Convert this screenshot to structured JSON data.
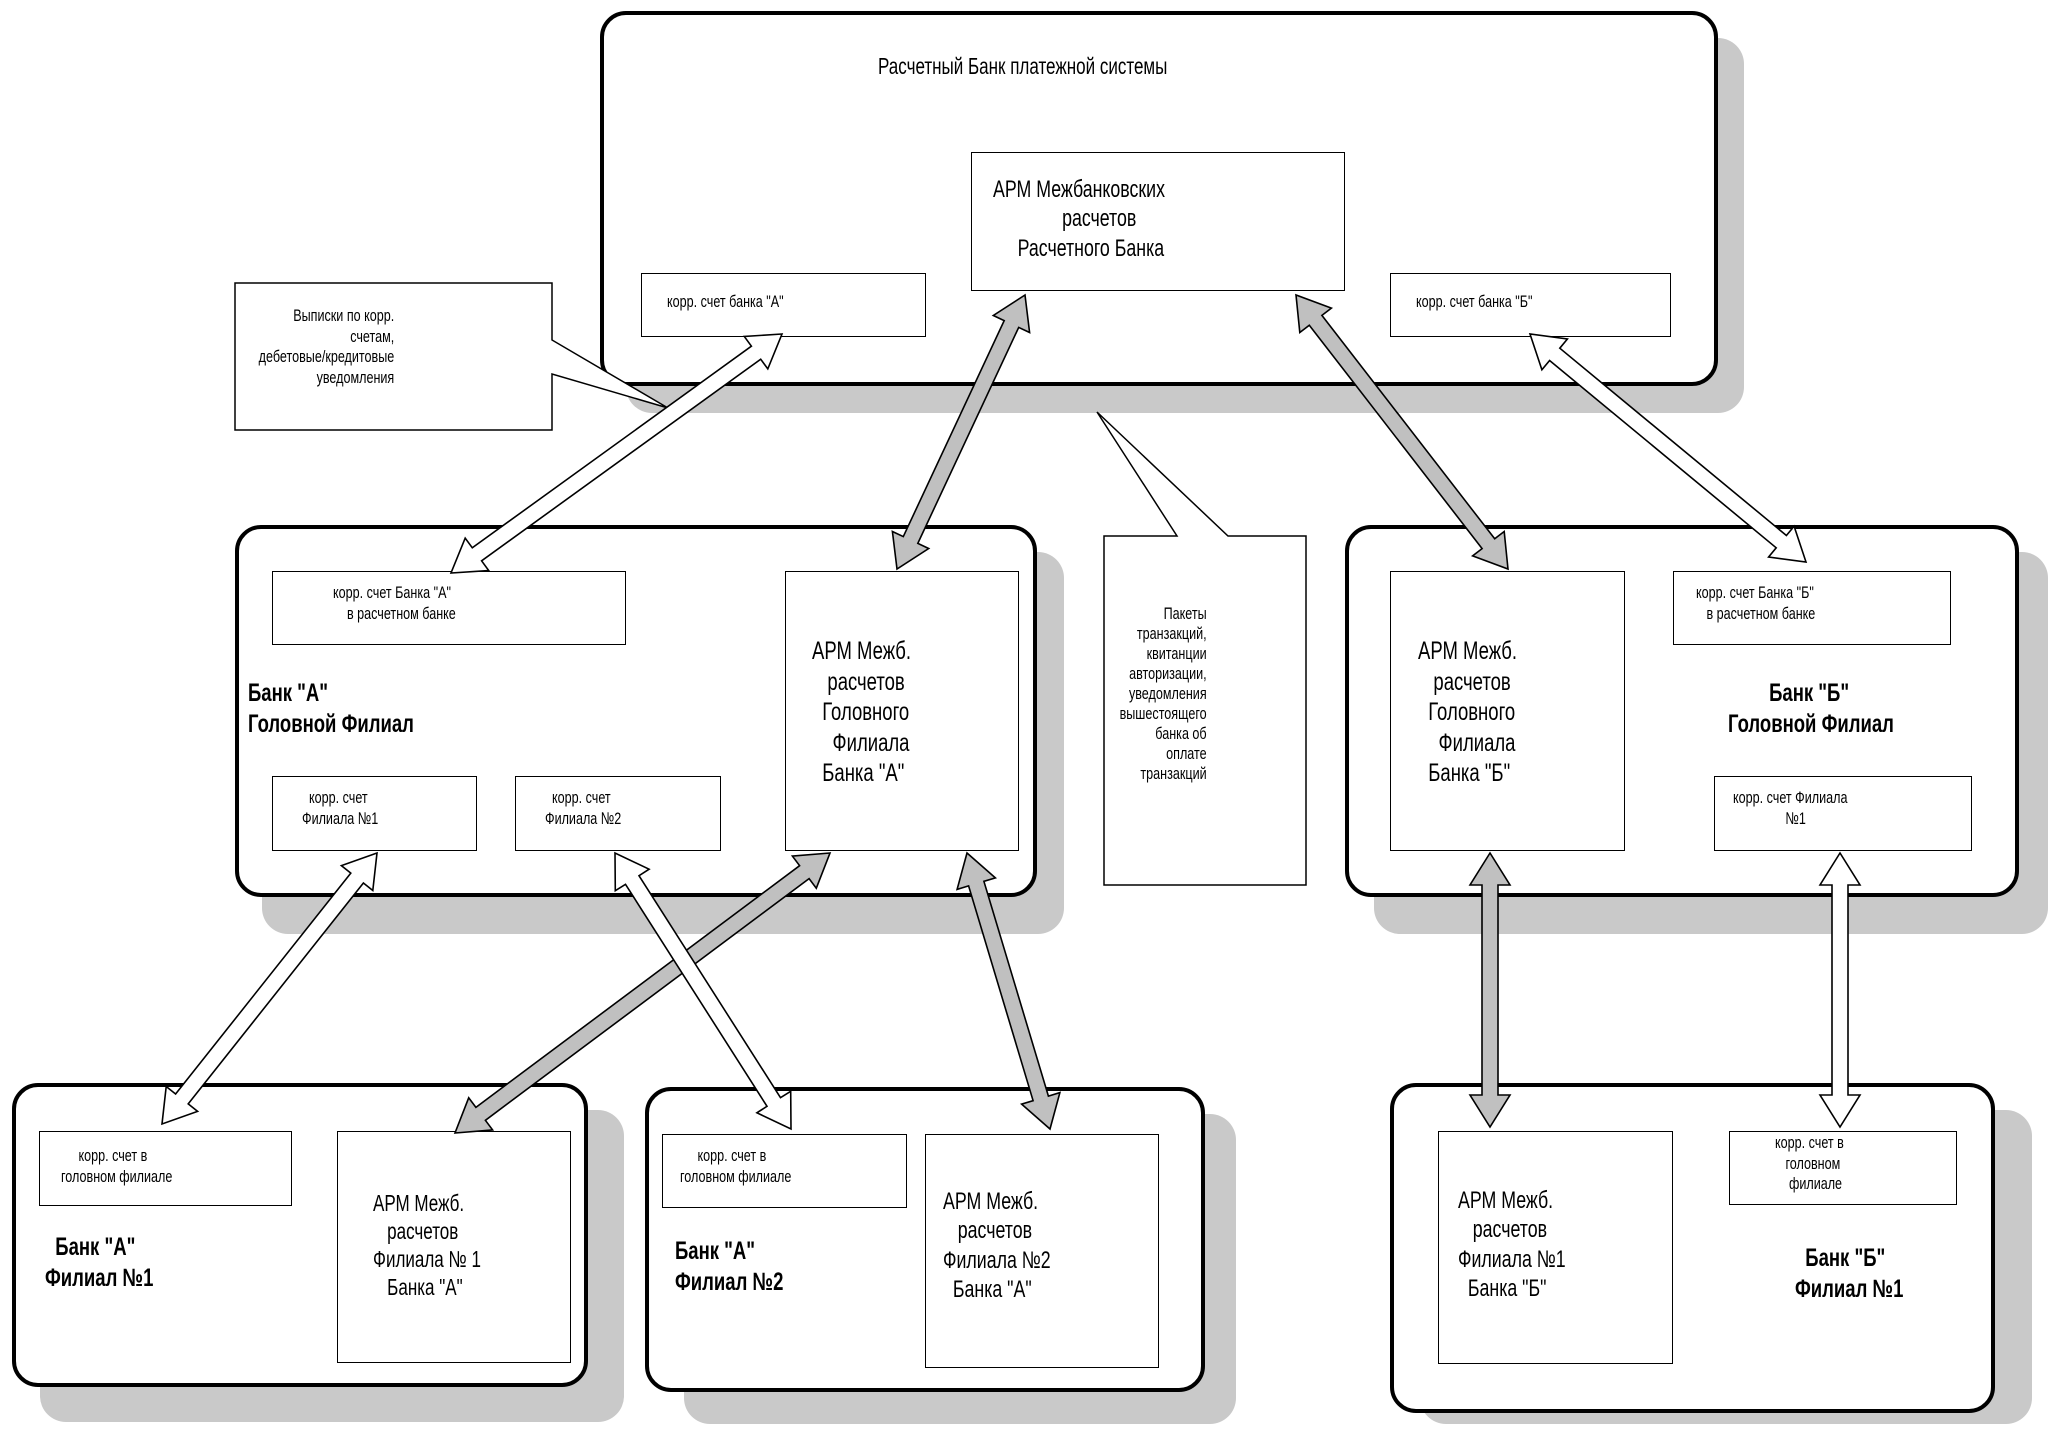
{
  "settlement_bank": {
    "title": "Расчетный Банк платежной системы",
    "arm": "АРМ Межбанковских\n              расчетов\n     Расчетного Банка",
    "acc_a": "корр. счет банка \"А\"",
    "acc_b": "корр. счет банка \"Б\""
  },
  "callout_statements": "Выписки по корр.\n          счетам,\nдебетовые/кредитовые\n         уведомления",
  "callout_packets": "Пакеты\nтранзакций,\nквитанции\nавторизации,\nуведомления\nвышестоящего\nбанка об\nоплате\nтранзакций",
  "bank_a_head": {
    "label": "Банк \"А\"\nГоловной Филиал",
    "acc_settlement": "корр. счет Банка \"А\"\n    в расчетном банке",
    "acc_branch1": "  корр. счет\nФилиала №1",
    "acc_branch2": "  корр. счет\nФилиала №2",
    "arm": "АРМ Межб.\n   расчетов\n  Головного\n    Филиала\n  Банка \"А\""
  },
  "bank_b_head": {
    "label": "        Банк \"Б\"\nГоловной Филиал",
    "acc_settlement": "корр. счет Банка \"Б\"\n   в расчетном банке",
    "acc_branch1": "корр. счет Филиала\n               №1",
    "arm": "АРМ Межб.\n   расчетов\n  Головного\n    Филиала\n  Банка \"Б\""
  },
  "bank_a_branch1": {
    "label": "  Банк \"А\"\nФилиал №1",
    "acc": "     корр. счет в\nголовном филиале",
    "arm": "АРМ Межб.\n   расчетов\nФилиала № 1\n   Банка \"А\""
  },
  "bank_a_branch2": {
    "label": "Банк \"А\"\nФилиал №2",
    "acc": "     корр. счет в\nголовном филиале",
    "arm": "АРМ Межб.\n   расчетов\nФилиала №2\n  Банка \"А\""
  },
  "bank_b_branch1": {
    "label": "  Банк \"Б\"\nФилиал №1",
    "acc": "корр. счет в\n   головном\n    филиале",
    "arm": "АРМ Межб.\n   расчетов\nФилиала №1\n  Банка \"Б\""
  },
  "colors": {
    "filled_arrow": "#c0c0c0",
    "hollow_arrow": "#ffffff",
    "shadow": "#c9c9c9"
  }
}
